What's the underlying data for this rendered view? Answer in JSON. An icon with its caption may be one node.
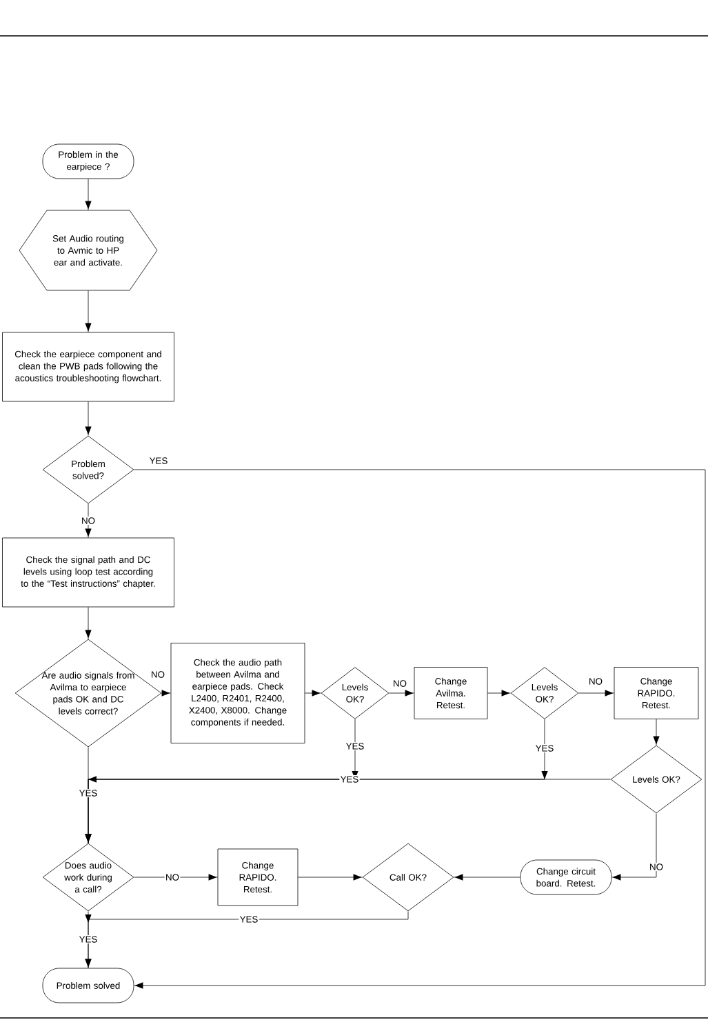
{
  "diagram": {
    "nodes": [
      {
        "text": [
          "Problem in the earpiece ?"
        ]
      },
      {
        "text": [
          "Set Audio routing to Avmic to HP ear and activate."
        ]
      },
      {
        "text": [
          "Check the earpiece component and clean the PWB pads following the acoustics troubleshooting flowchart."
        ]
      },
      {
        "text": [
          "Problem solved?"
        ]
      },
      {
        "text": [
          "Check the signal path and DC levels using loop test according to the “Test instructions” chapter."
        ]
      },
      {
        "text": [
          "Are audio signals from Avilma to earpiece pads OK and DC levels correct?"
        ]
      },
      {
        "text": [
          "Check the audio path between Avilma and earpiece pads. Check L2400, R2401, R2400, X2400, X8000. Change components if needed."
        ]
      },
      {
        "text": [
          "Levels OK?"
        ]
      },
      {
        "text": [
          "Change Avilma. Retest."
        ]
      },
      {
        "text": [
          "Levels OK?"
        ]
      },
      {
        "text": [
          "Change RAPIDO. Retest."
        ]
      },
      {
        "text": [
          "Levels OK?"
        ]
      },
      {
        "text": [
          "Does audio work during a call?"
        ]
      },
      {
        "text": [
          "Change RAPIDO. Retest."
        ]
      },
      {
        "text": [
          "Call OK?"
        ]
      },
      {
        "text": [
          "Change circuit board. Retest."
        ]
      },
      {
        "text": [
          "Problem solved"
        ]
      }
    ],
    "edges": [
      {
        "from": 0,
        "to": 1,
        "arrow": "to"
      },
      {
        "from": 1,
        "to": 2,
        "arrow": "to"
      },
      {
        "from": 2,
        "to": 3,
        "arrow": "to"
      },
      {
        "from": 3,
        "to": 16,
        "arrow": "to",
        "label": "YES"
      },
      {
        "from": 3,
        "to": 4,
        "arrow": "to",
        "label": "NO"
      },
      {
        "from": 4,
        "to": 5,
        "arrow": "to"
      },
      {
        "from": 5,
        "to": 6,
        "arrow": "to",
        "label": "NO"
      },
      {
        "from": 6,
        "to": 7,
        "arrow": "to"
      },
      {
        "from": 7,
        "to": 8,
        "arrow": "to",
        "label": "NO"
      },
      {
        "from": 8,
        "to": 9,
        "arrow": "to"
      },
      {
        "from": 9,
        "to": 10,
        "arrow": "to",
        "label": "NO"
      },
      {
        "from": 10,
        "to": 11,
        "arrow": "to"
      },
      {
        "from": 11,
        "to": 12,
        "arrow": "to",
        "label": "YES"
      },
      {
        "from": 7,
        "to": 12,
        "arrow": "to",
        "label": "YES"
      },
      {
        "from": 9,
        "to": 12,
        "arrow": "to",
        "label": "YES"
      },
      {
        "from": 5,
        "to": 12,
        "arrow": "to",
        "label": "YES"
      },
      {
        "from": 12,
        "to": 13,
        "arrow": "to",
        "label": "NO"
      },
      {
        "from": 13,
        "to": 14,
        "arrow": "to"
      },
      {
        "from": 15,
        "to": 14,
        "arrow": "to"
      },
      {
        "from": 11,
        "to": 15,
        "arrow": "to",
        "label": "NO"
      },
      {
        "from": 14,
        "to": 16,
        "arrow": "to",
        "label": "YES"
      },
      {
        "from": 12,
        "to": 16,
        "arrow": "to",
        "label": "YES"
      }
    ]
  }
}
